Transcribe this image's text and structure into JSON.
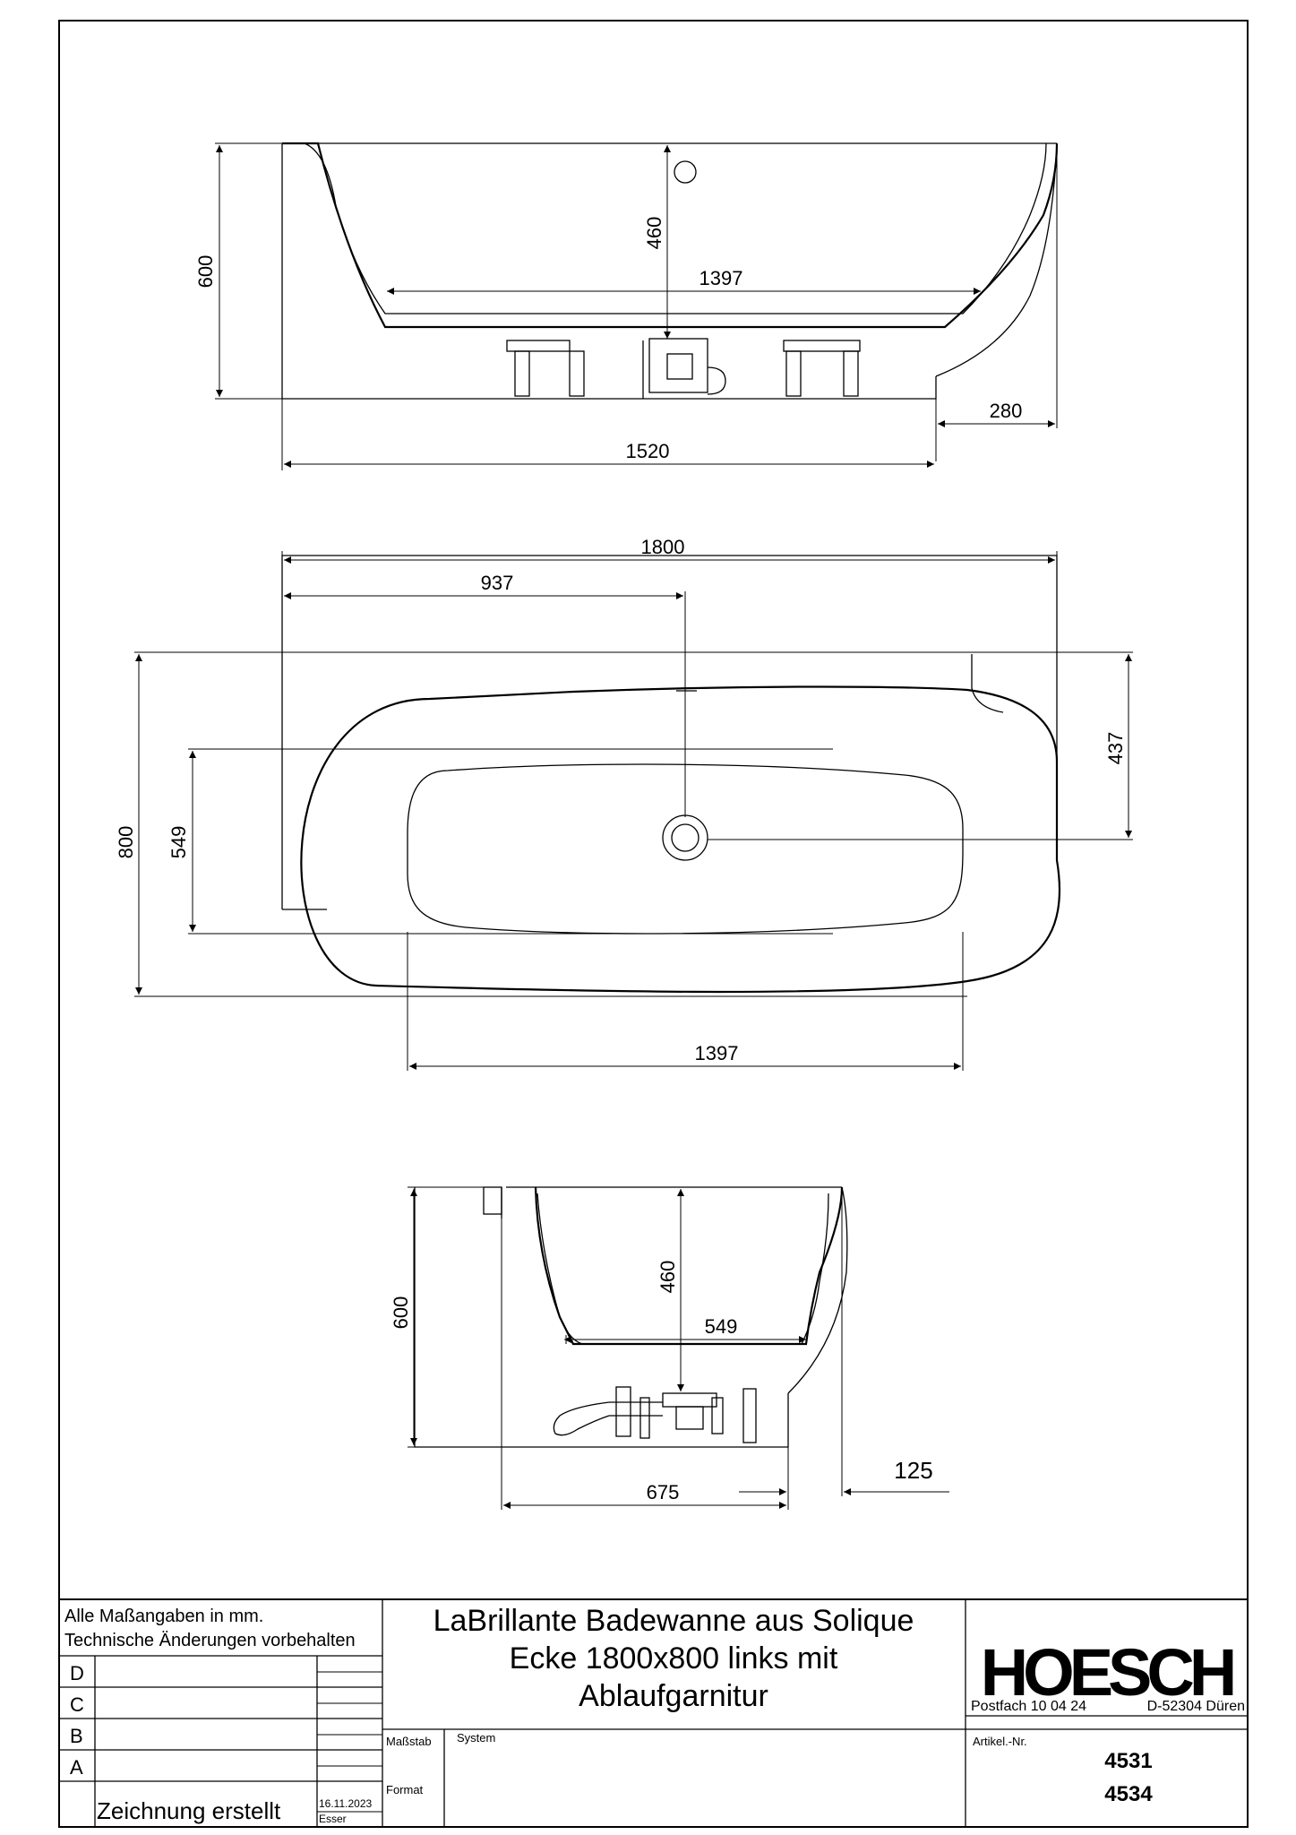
{
  "views": {
    "side": {
      "height_total": "600",
      "depth_inner": "460",
      "inner_length": "1397",
      "overhang": "280",
      "base_length": "1520"
    },
    "top": {
      "length_total": "1800",
      "drain_offset_x": "937",
      "width_total": "800",
      "inner_width": "549",
      "drain_offset_y": "437",
      "inner_length": "1397"
    },
    "front": {
      "height_total": "600",
      "depth_inner": "460",
      "inner_width": "549",
      "base_width": "675",
      "overhang": "125"
    }
  },
  "title_block": {
    "note_line1": "Alle Maßangaben in mm.",
    "note_line2": "Technische Änderungen vorbehalten",
    "revisions": [
      "D",
      "C",
      "B",
      "A"
    ],
    "created_label": "Zeichnung erstellt",
    "created_date": "16.11.2023",
    "created_by": "Esser",
    "title_line1": "LaBrillante Badewanne aus Solique",
    "title_line2": "Ecke 1800x800 links mit",
    "title_line3": "Ablaufgarnitur",
    "scale_label": "Maßstab",
    "system_label": "System",
    "format_label": "Format",
    "logo": "HOESCH",
    "address_left": "Postfach 10 04 24",
    "address_right": "D-52304 Düren",
    "article_label": "Artikel.-Nr.",
    "article_numbers": [
      "4531",
      "4534"
    ]
  }
}
